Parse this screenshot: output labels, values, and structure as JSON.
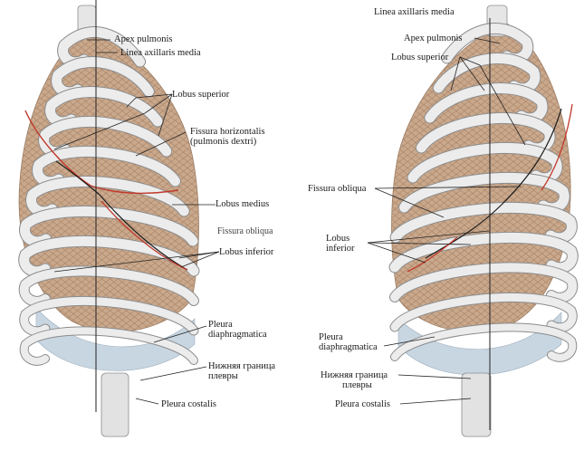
{
  "left_view": {
    "labels": {
      "apex_pulmonis": "Apex pulmonis",
      "linea_axillaris_media": "Linea axillaris media",
      "lobus_superior": "Lobus superior",
      "fissura_horizontalis": "Fissura horizontalis",
      "fissura_horizontalis_sub": "(pulmonis dextri)",
      "lobus_medius": "Lobus medius",
      "fissura_obliqua": "Fissura obliqua",
      "lobus_inferior": "Lobus inferior",
      "pleura_diaphragmatica_1": "Pleura",
      "pleura_diaphragmatica_2": "diaphragmatica",
      "lower_border_1": "Нижняя граница",
      "lower_border_2": "плевры",
      "pleura_costalis": "Pleura costalis"
    }
  },
  "right_view": {
    "labels": {
      "linea_axillaris_media": "Linea axillaris media",
      "apex_pulmonis": "Apex pulmonis",
      "lobus_superior": "Lobus superior",
      "fissura_obliqua": "Fissura obliqua",
      "lobus_inferior_1": "Lobus",
      "lobus_inferior_2": "inferior",
      "pleura_diaphragmatica_1": "Pleura",
      "pleura_diaphragmatica_2": "diaphragmatica",
      "lower_border_1": "Нижняя граница",
      "lower_border_2": "плевры",
      "pleura_costalis": "Pleura costalis"
    }
  },
  "colors": {
    "rib": "#ececec",
    "rib_shadow": "#b9b9b9",
    "rib_outline": "#8c8c8c",
    "lung": "#c9a88c",
    "lung_dark": "#a98468",
    "fissure_red": "#c0392b",
    "fissure_dark": "#1c1c1c",
    "pleura": "#c8d6e2",
    "leader": "#222222"
  }
}
